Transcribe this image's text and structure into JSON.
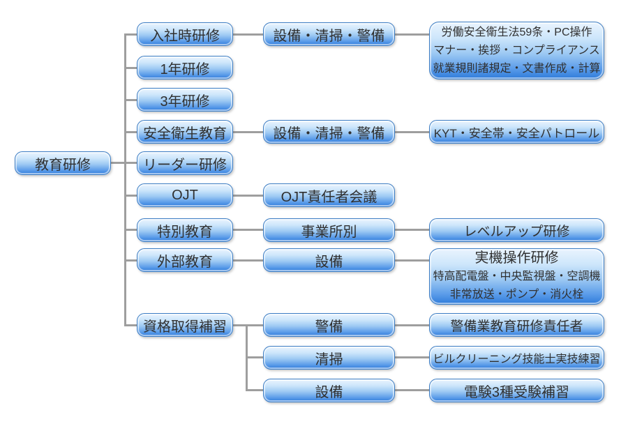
{
  "colors": {
    "node_gradient_top": "#eaf4fe",
    "node_gradient_bottom": "#2e7bda",
    "node_border": "#3e7ec4",
    "connector": "#9e9e9e",
    "text": "#303030",
    "background": "#ffffff"
  },
  "nodes": {
    "root": {
      "label": "教育研修"
    },
    "entry_training": {
      "label": "入社時研修"
    },
    "year1_training": {
      "label": "1年研修"
    },
    "year3_training": {
      "label": "3年研修"
    },
    "safety_health": {
      "label": "安全衛生教育"
    },
    "leader_training": {
      "label": "リーダー研修"
    },
    "ojt": {
      "label": "OJT"
    },
    "special_education": {
      "label": "特別教育"
    },
    "external_education": {
      "label": "外部教育"
    },
    "qualification_support": {
      "label": "資格取得補習"
    },
    "entry_departments": {
      "label": "設備・清掃・警備"
    },
    "safety_departments": {
      "label": "設備・清掃・警備"
    },
    "ojt_leaders_meeting": {
      "label": "OJT責任者会議"
    },
    "by_office": {
      "label": "事業所別"
    },
    "external_equipment": {
      "label": "設備"
    },
    "qual_security": {
      "label": "警備"
    },
    "qual_cleaning": {
      "label": "清掃"
    },
    "qual_equipment": {
      "label": "設備"
    },
    "entry_curriculum": {
      "lines": [
        "労働安全衛生法59条・PC操作",
        "マナー・挨拶・コンプライアンス",
        "就業規則諸規定・文書作成・計算"
      ]
    },
    "safety_curriculum": {
      "label": "KYT・安全帯・安全パトロール"
    },
    "levelup_training": {
      "label": "レベルアップ研修"
    },
    "equipment_practice": {
      "title": "実機操作研修",
      "lines": [
        "特高配電盤・中央監視盤・空調機",
        "非常放送・ポンプ・消火栓"
      ]
    },
    "security_instructor": {
      "label": "警備業教育研修責任者"
    },
    "cleaning_practice": {
      "label": "ビルクリーニング技能士実技練習"
    },
    "denken_exam_prep": {
      "label": "電験3種受験補習"
    }
  }
}
